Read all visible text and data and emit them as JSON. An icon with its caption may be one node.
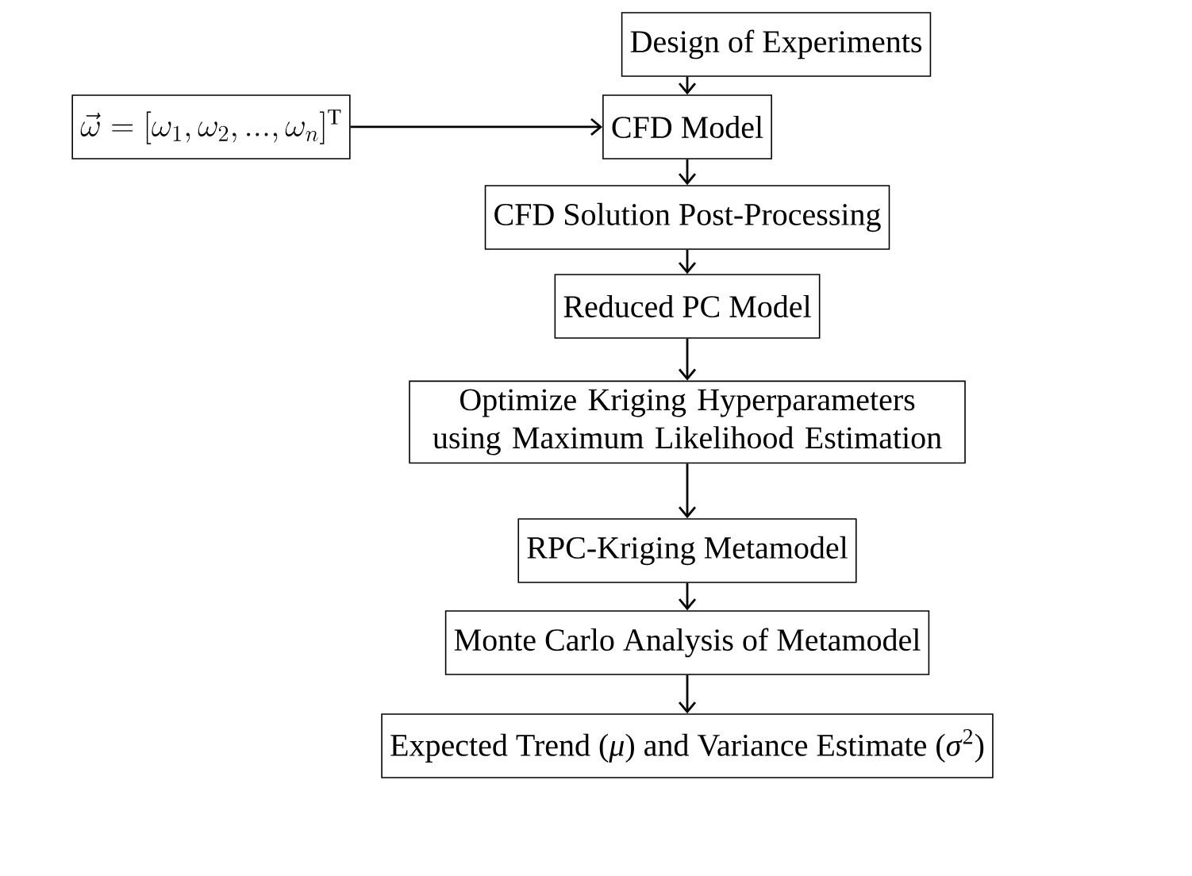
{
  "diagram": {
    "nodes": [
      {
        "text": [
          "Design of Experiments"
        ]
      },
      {
        "text": [
          "\\vec{\\omega} = [\\omega_1, \\omega_2, ..., \\omega_n]^\\mathrm{T}"
        ]
      },
      {
        "text": [
          "CFD Model"
        ]
      },
      {
        "text": [
          "CFD Solution Post-Processing"
        ]
      },
      {
        "text": [
          "Reduced PC Model"
        ]
      },
      {
        "text": [
          "Optimize Kriging Hyperparameters using Maximum Likelihood Estimation"
        ]
      },
      {
        "text": [
          "RPC-Kriging Metamodel"
        ]
      },
      {
        "text": [
          "Monte Carlo Analysis of Metamodel"
        ]
      },
      {
        "text": [
          "Expected Trend (*μ*) and Variance Estimate (*σ*$^{2}$)"
        ]
      }
    ],
    "edges": [
      {
        "from": 0,
        "to": 2,
        "arrow": "to"
      },
      {
        "from": 1,
        "to": 2,
        "arrow": "to"
      },
      {
        "from": 2,
        "to": 3,
        "arrow": "to"
      },
      {
        "from": 3,
        "to": 4,
        "arrow": "to"
      },
      {
        "from": 4,
        "to": 5,
        "arrow": "to"
      },
      {
        "from": 5,
        "to": 6,
        "arrow": "to"
      },
      {
        "from": 6,
        "to": 7,
        "arrow": "to"
      },
      {
        "from": 7,
        "to": 8,
        "arrow": "to"
      }
    ]
  }
}
